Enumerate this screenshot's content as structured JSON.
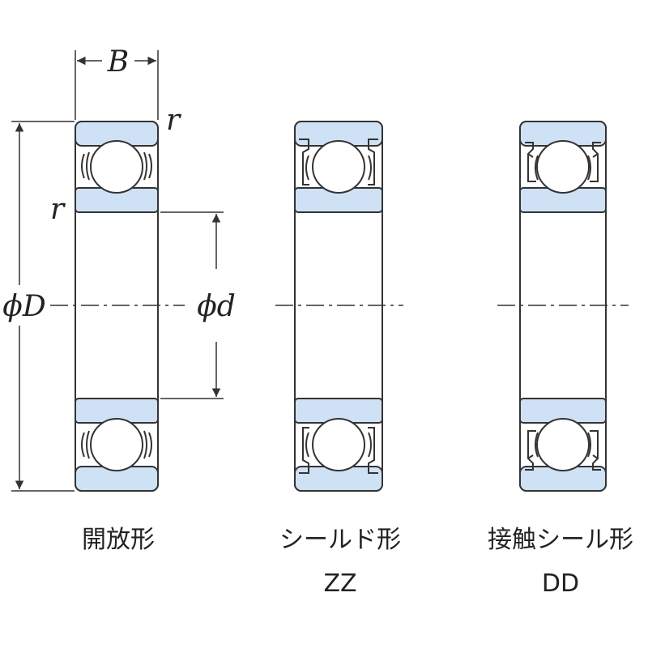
{
  "colors": {
    "raceway": "#cfe1f4",
    "outline": "#333333",
    "ball": "#ffffff",
    "background": "#ffffff"
  },
  "dimensions": {
    "width_label": "B",
    "radius_label": "r",
    "outer_diameter_label": "ϕD",
    "inner_diameter_label": "ϕd"
  },
  "variants": [
    {
      "name": "開放形",
      "code": ""
    },
    {
      "name": "シールド形",
      "code": "ZZ"
    },
    {
      "name": "接触シール形",
      "code": "DD"
    }
  ]
}
